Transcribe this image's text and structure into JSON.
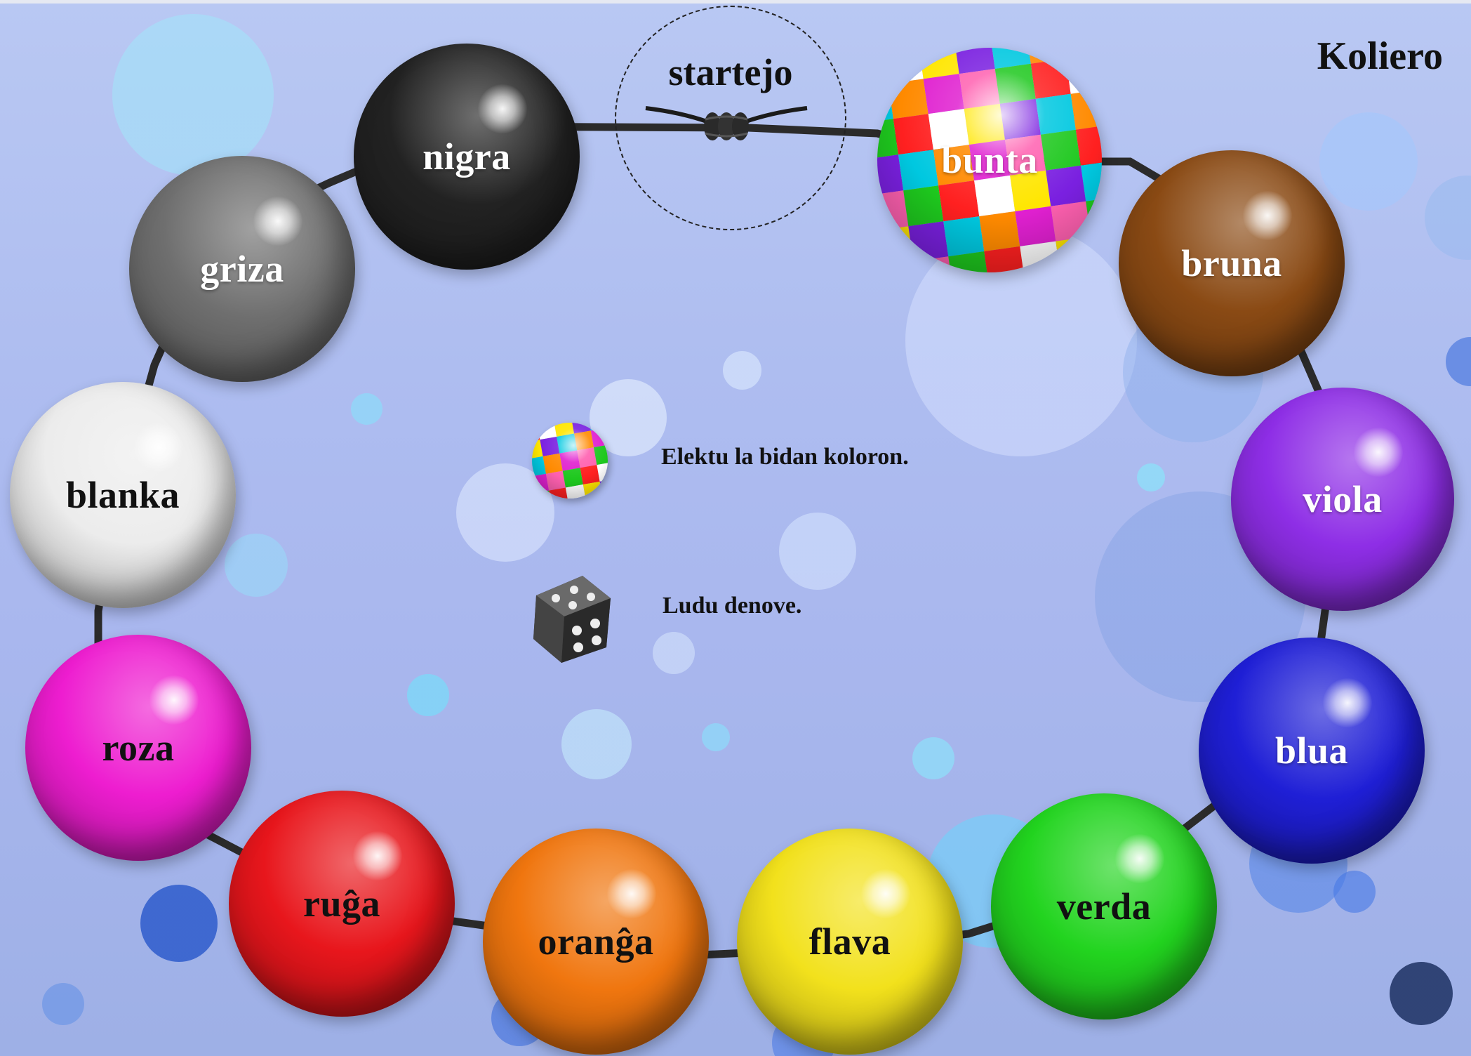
{
  "game": {
    "title": "Koliero",
    "start_label": "startejo",
    "instructions": [
      {
        "icon": "multicolor-ball-icon",
        "text": "Elektu la bidan koloron."
      },
      {
        "icon": "dice-icon",
        "text": "Ludu denove."
      }
    ]
  },
  "beads": [
    {
      "label": "bunta",
      "color": "#multicolor",
      "text_color": "#ffffff"
    },
    {
      "label": "bruna",
      "color": "#8a4a14",
      "text_color": "#ffffff"
    },
    {
      "label": "viola",
      "color": "#8e2ee6",
      "text_color": "#ffffff"
    },
    {
      "label": "blua",
      "color": "#1f1fd6",
      "text_color": "#ffffff"
    },
    {
      "label": "verda",
      "color": "#22d41f",
      "text_color": "#111111"
    },
    {
      "label": "flava",
      "color": "#f2e11c",
      "text_color": "#111111"
    },
    {
      "label": "oranĝa",
      "color": "#f0760f",
      "text_color": "#111111"
    },
    {
      "label": "ruĝa",
      "color": "#e8161c",
      "text_color": "#111111"
    },
    {
      "label": "roza",
      "color": "#ee1dd0",
      "text_color": "#111111"
    },
    {
      "label": "blanka",
      "color": "#ececec",
      "text_color": "#111111"
    },
    {
      "label": "griza",
      "color": "#6f6f6f",
      "text_color": "#ffffff"
    },
    {
      "label": "nigra",
      "color": "#222222",
      "text_color": "#ffffff"
    }
  ],
  "palette": {
    "background": "#aebdf0",
    "cord": "#2b2b2b",
    "checker_colors": [
      "#ff2020",
      "#ffe600",
      "#00c8e0",
      "#e020d0",
      "#1ec81e",
      "#ffffff",
      "#7a20e0",
      "#ff8a00",
      "#ff60b0"
    ]
  }
}
